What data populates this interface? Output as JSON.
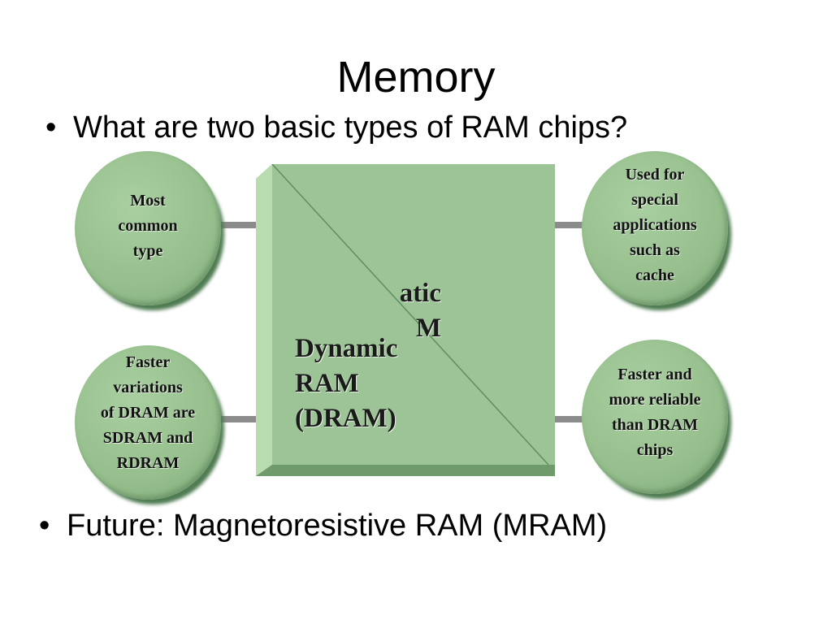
{
  "title": "Memory",
  "bullets": [
    {
      "marker": "•",
      "text": "What are two basic types of RAM chips?"
    },
    {
      "marker": "•",
      "text": "Future: Magnetoresistive RAM (MRAM)"
    }
  ],
  "diagram": {
    "dynamic_label": "Dynamic\nRAM\n(DRAM)",
    "static_label_visible": "atic\nM",
    "circles": {
      "top_left": "Most\ncommon\ntype",
      "bottom_left": "Faster\nvariations\nof DRAM are\nSDRAM and\nRDRAM",
      "top_right": "Used for\nspecial\napplications\nsuch as\ncache",
      "bottom_right": "Faster and\nmore reliable\nthan DRAM\nchips"
    }
  },
  "colors": {
    "shape_fill": "#9dc496",
    "shape_dark": "#4f7c52",
    "connector": "#8c8c8c"
  }
}
